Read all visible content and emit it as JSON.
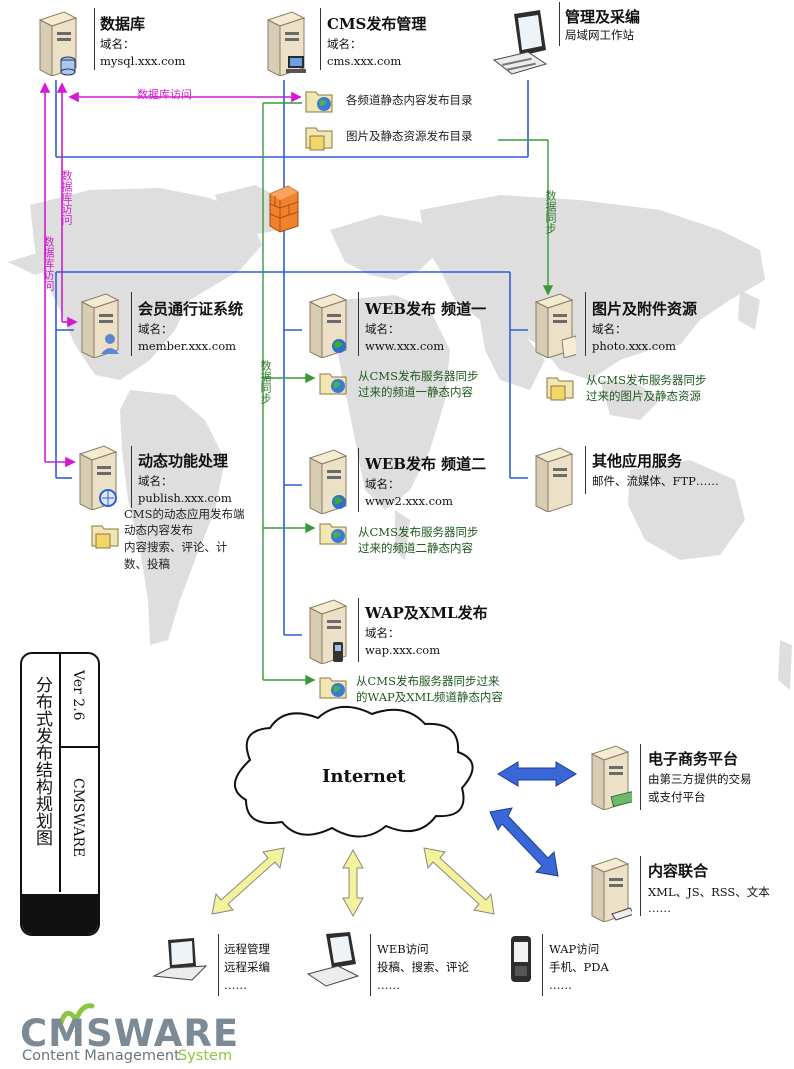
{
  "servers": {
    "database": {
      "title": "数据库",
      "domain_label": "域名：",
      "domain": "mysql.xxx.com"
    },
    "cms": {
      "title": "CMS发布管理",
      "domain_label": "域名：",
      "domain": "cms.xxx.com"
    },
    "workstation": {
      "title": "管理及采编",
      "subtitle": "局域网工作站"
    },
    "member": {
      "title": "会员通行证系统",
      "domain_label": "域名：",
      "domain": "member.xxx.com"
    },
    "web1": {
      "title": "WEB发布 频道一",
      "domain_label": "域名：",
      "domain": "www.xxx.com"
    },
    "photo": {
      "title": "图片及附件资源",
      "domain_label": "域名：",
      "domain": "photo.xxx.com"
    },
    "dynamic": {
      "title": "动态功能处理",
      "domain_label": "域名：",
      "domain": "publish.xxx.com"
    },
    "web2": {
      "title": "WEB发布 频道二",
      "domain_label": "域名：",
      "domain": "www2.xxx.com"
    },
    "other": {
      "title": "其他应用服务",
      "subtitle": "邮件、流媒体、FTP……"
    },
    "wap": {
      "title": "WAP及XML发布",
      "domain_label": "域名：",
      "domain": "wap.xxx.com"
    }
  },
  "folders": {
    "channel_static": "各频道静态内容发布目录",
    "image_static": "图片及静态资源发布目录",
    "photo_sync_1": "从CMS发布服务器同步",
    "photo_sync_2": "过来的图片及静态资源",
    "web1_sync_1": "从CMS发布服务器同步",
    "web1_sync_2": "过来的频道一静态内容",
    "web2_sync_1": "从CMS发布服务器同步",
    "web2_sync_2": "过来的频道二静态内容",
    "wap_sync_1": "从CMS发布服务器同步过来",
    "wap_sync_2": "的WAP及XML频道静态内容",
    "dynamic_1": "CMS的动态应用发布端",
    "dynamic_2": "动态内容发布",
    "dynamic_3": "内容搜索、评论、计",
    "dynamic_4": "数、投稿"
  },
  "connection_labels": {
    "db_access_h": "数据库访问",
    "db_access_v1": "数据库访问",
    "db_access_v2": "数据库访问",
    "data_sync_1": "数据同步",
    "data_sync_2": "数据同步"
  },
  "internet": {
    "label": "Internet",
    "ecommerce_title": "电子商务平台",
    "ecommerce_1": "由第三方提供的交易",
    "ecommerce_2": "或支付平台",
    "syndication_title": "内容联合",
    "syndication_1": "XML、JS、RSS、文本",
    "syndication_2": "……"
  },
  "clients": {
    "remote_1": "远程管理",
    "remote_2": "远程采编",
    "remote_3": "……",
    "web_1": "WEB访问",
    "web_2": "投稿、搜索、评论",
    "web_3": "……",
    "wap_1": "WAP访问",
    "wap_2": "手机、PDA",
    "wap_3": "……"
  },
  "side_panel": {
    "title": "分布式发布结构规划图",
    "version": "Ver 2.6",
    "brand": "CMSWARE"
  },
  "logo": {
    "wordmark": "CMSWARE",
    "tagline_1": "Content Management",
    "tagline_2": "System"
  },
  "colors": {
    "magenta": "#d21bd2",
    "blue": "#2f5fd6",
    "green": "#3a9a3a",
    "arrow_blue": "#3a66d8",
    "arrow_yellow": "#f4f29a",
    "map_gray": "#dcdcdc",
    "logo_green": "#8cc63f"
  }
}
